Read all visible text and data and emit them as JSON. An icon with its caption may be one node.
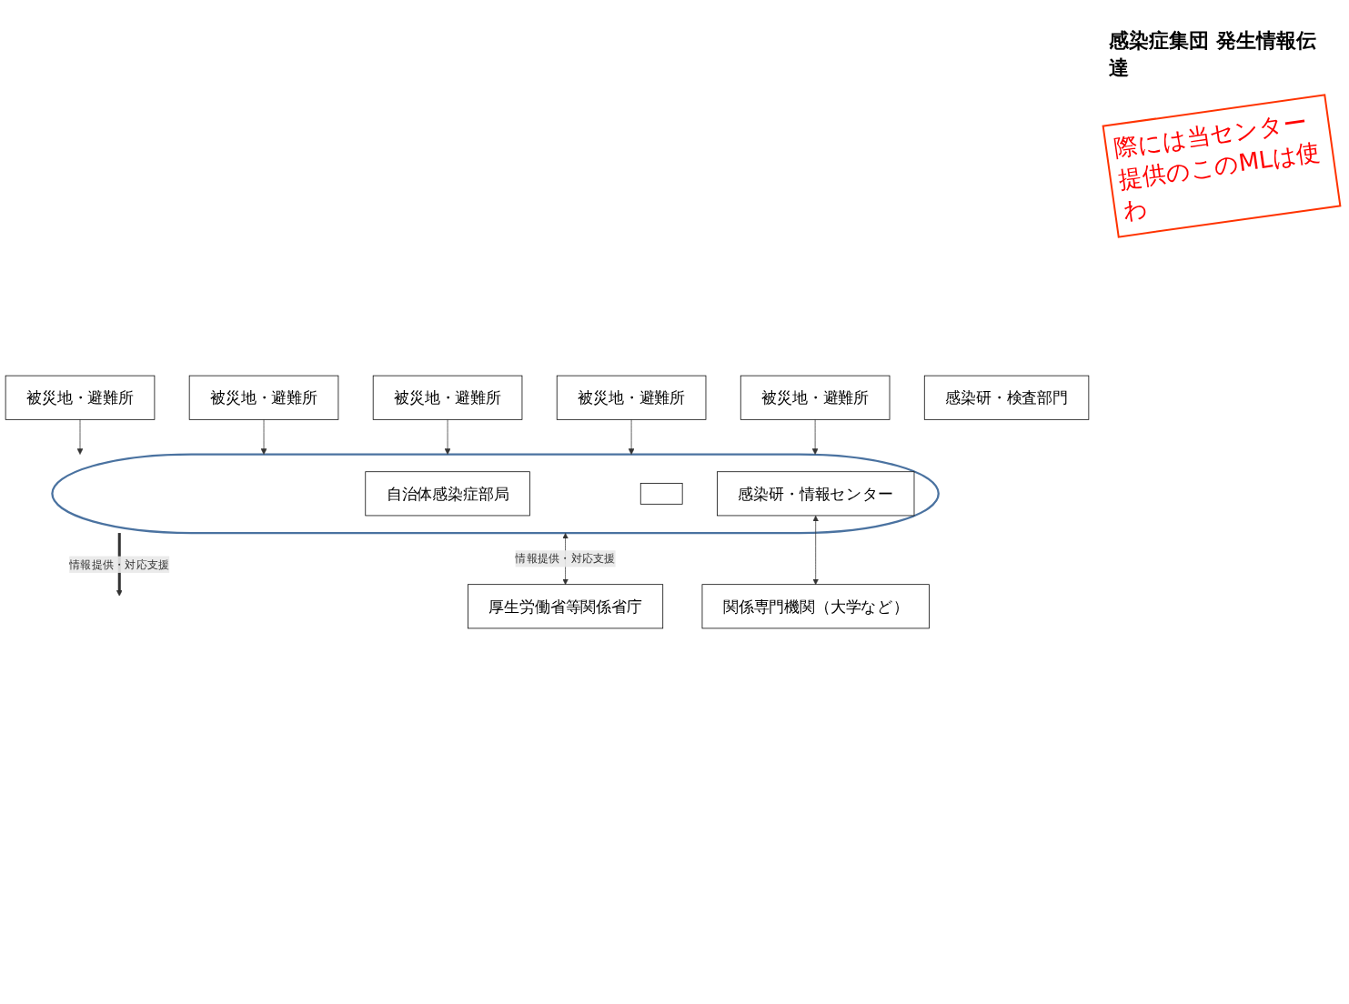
{
  "diagram": {
    "nodes": [
      {
        "text": [
          "被災地・避難所"
        ]
      },
      {
        "text": [
          "被災地・避難所"
        ]
      },
      {
        "text": [
          "被災地・避難所"
        ]
      },
      {
        "text": [
          "被災地・避難所"
        ]
      },
      {
        "text": [
          "被災地・避難所"
        ]
      },
      {
        "text": [],
        "shape": "ellipse"
      },
      {
        "text": [
          "自治体感染症部局"
        ],
        "in": 5
      },
      {
        "text": [],
        "shape": "box",
        "in": 5
      },
      {
        "text": [
          "感染研・情報センター"
        ],
        "in": 5
      },
      {
        "text": [
          "感染研・検査部門"
        ]
      },
      {
        "text": [
          "関係専門機関（大学など）"
        ]
      },
      {
        "text": [
          "厚生労働省等関係省庁"
        ]
      }
    ],
    "edges": [
      {
        "from": 0,
        "to": 5,
        "arrow": "to"
      },
      {
        "from": 1,
        "to": 5,
        "arrow": "to"
      },
      {
        "from": 2,
        "to": 5,
        "arrow": "to"
      },
      {
        "from": 3,
        "to": 5,
        "arrow": "to"
      },
      {
        "from": 4,
        "to": 5,
        "arrow": "to"
      },
      {
        "from": 5,
        "to": null,
        "arrow": "to",
        "label": "情報提供・対応支援",
        "style": "thick"
      },
      {
        "from": 8,
        "to": 10,
        "arrow": "both"
      },
      {
        "from": 5,
        "to": 11,
        "arrow": "both",
        "label": "情報提供・対応支援"
      }
    ],
    "labels": [
      "感染症集団 発生情報伝達",
      "際には当センター提供のこのMLは使わ"
    ]
  }
}
